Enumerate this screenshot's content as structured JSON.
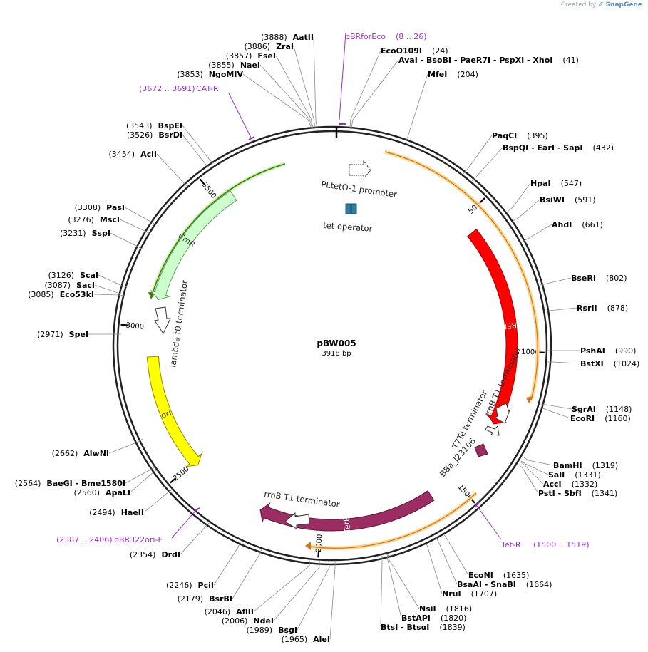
{
  "credit": {
    "prefix": "Created by",
    "brand": "SnapGene"
  },
  "plasmid": {
    "name": "pBW005",
    "size_label": "3918 bp",
    "length": 3918
  },
  "ticks": [
    {
      "pos": 500,
      "label": "500"
    },
    {
      "pos": 1000,
      "label": "1000"
    },
    {
      "pos": 1500,
      "label": "1500"
    },
    {
      "pos": 2000,
      "label": "2000"
    },
    {
      "pos": 2500,
      "label": "2500"
    },
    {
      "pos": 3000,
      "label": "3000"
    },
    {
      "pos": 3500,
      "label": "3500"
    }
  ],
  "features": [
    {
      "id": "mrfp1",
      "label": "mRFP1",
      "start": 556,
      "end": 1261,
      "color": "#ff0000",
      "stroke": "#b00000",
      "text_color": "#ffffff",
      "dir": "cw"
    },
    {
      "id": "tetr",
      "label": "TetR",
      "start": 1596,
      "end": 2216,
      "color": "#9b2d62",
      "stroke": "#5c1a3a",
      "text_color": "#ffffff",
      "dir": "cw"
    },
    {
      "id": "ori",
      "label": "ori",
      "start": 2485,
      "end": 2900,
      "color": "#ffff00",
      "stroke": "#8a8a00",
      "text_color": "#333333",
      "dir": "ccw"
    },
    {
      "id": "cmr",
      "label": "CmR",
      "start": 3100,
      "end": 3555,
      "color": "#ccffcc",
      "stroke": "#6a9a6a",
      "text_color": "#333333",
      "dir": "ccw"
    }
  ],
  "small_features": [
    {
      "id": "pltet",
      "label": "PLtetO-1 promoter"
    },
    {
      "id": "tetop",
      "label": "tet operator"
    },
    {
      "id": "rrnb1",
      "label": "rrnB T1 terminator"
    },
    {
      "id": "t7te",
      "label": "T7Te terminator"
    },
    {
      "id": "bba",
      "label": "BBa_J23106"
    },
    {
      "id": "rrnb2",
      "label": "rrnB T1 terminator"
    },
    {
      "id": "lambda",
      "label": "lambda t0 terminator"
    }
  ],
  "primers": [
    {
      "id": "pbrforeco",
      "name": "pBRforEco",
      "range": "(8 .. 26)"
    },
    {
      "id": "cat_r",
      "name": "CAT-R",
      "range": "(3672 .. 3691)"
    },
    {
      "id": "tet_r",
      "name": "Tet-R",
      "range": "(1500 .. 1519)"
    },
    {
      "id": "pbr322ori_f",
      "name": "pBR322ori-F",
      "range": "(2387 .. 2406)"
    }
  ],
  "sites": [
    {
      "id": "aatii",
      "enzymes": "AatII",
      "pos": "(3888)"
    },
    {
      "id": "zrai",
      "enzymes": "ZraI",
      "pos": "(3886)"
    },
    {
      "id": "fsei",
      "enzymes": "FseI",
      "pos": "(3857)"
    },
    {
      "id": "naei",
      "enzymes": "NaeI",
      "pos": "(3855)"
    },
    {
      "id": "ngomiv",
      "enzymes": "NgoMIV",
      "pos": "(3853)"
    },
    {
      "id": "ecoo109i",
      "enzymes": "EcoO109I",
      "pos": "(24)"
    },
    {
      "id": "avai",
      "enzymes": "AvaI  - BsoBI  - PaeR7I  - PspXI  - XhoI",
      "pos": "(41)"
    },
    {
      "id": "mfei",
      "enzymes": "MfeI",
      "pos": "(204)"
    },
    {
      "id": "paqci",
      "enzymes": "PaqCI",
      "pos": "(395)"
    },
    {
      "id": "bspqi",
      "enzymes": "BspQI  - EarI  - SapI",
      "pos": "(432)"
    },
    {
      "id": "hpai",
      "enzymes": "HpaI",
      "pos": "(547)"
    },
    {
      "id": "bsiwi",
      "enzymes": "BsiWI",
      "pos": "(591)"
    },
    {
      "id": "ahdi",
      "enzymes": "AhdI",
      "pos": "(661)"
    },
    {
      "id": "bseri",
      "enzymes": "BseRI",
      "pos": "(802)"
    },
    {
      "id": "rsrii",
      "enzymes": "RsrII",
      "pos": "(878)"
    },
    {
      "id": "pshai",
      "enzymes": "PshAI",
      "pos": "(990)"
    },
    {
      "id": "bstxi",
      "enzymes": "BstXI",
      "pos": "(1024)"
    },
    {
      "id": "sgrai",
      "enzymes": "SgrAI",
      "pos": "(1148)"
    },
    {
      "id": "ecori",
      "enzymes": "EcoRI",
      "pos": "(1160)"
    },
    {
      "id": "bamhi",
      "enzymes": "BamHI",
      "pos": "(1319)"
    },
    {
      "id": "sali",
      "enzymes": "SalI",
      "pos": "(1331)"
    },
    {
      "id": "acci",
      "enzymes": "AccI",
      "pos": "(1332)"
    },
    {
      "id": "psti",
      "enzymes": "PstI  - SbfI",
      "pos": "(1341)"
    },
    {
      "id": "econi",
      "enzymes": "EcoNI",
      "pos": "(1635)"
    },
    {
      "id": "bsaai",
      "enzymes": "BsaAI  - SnaBI",
      "pos": "(1664)"
    },
    {
      "id": "nrui",
      "enzymes": "NruI",
      "pos": "(1707)"
    },
    {
      "id": "nsii",
      "enzymes": "NsiI",
      "pos": "(1816)"
    },
    {
      "id": "bstapi",
      "enzymes": "BstAPI",
      "pos": "(1820)"
    },
    {
      "id": "btsi",
      "enzymes": "BtsI  - BtsαI",
      "pos": "(1839)"
    },
    {
      "id": "alei",
      "enzymes": "AleI",
      "pos": "(1965)"
    },
    {
      "id": "bsgi",
      "enzymes": "BsgI",
      "pos": "(1989)"
    },
    {
      "id": "ndei",
      "enzymes": "NdeI",
      "pos": "(2006)"
    },
    {
      "id": "aflii",
      "enzymes": "AflII",
      "pos": "(2046)"
    },
    {
      "id": "bsrbi",
      "enzymes": "BsrBI",
      "pos": "(2179)"
    },
    {
      "id": "pcii",
      "enzymes": "PciI",
      "pos": "(2246)"
    },
    {
      "id": "drdi",
      "enzymes": "DrdI",
      "pos": "(2354)"
    },
    {
      "id": "haeii",
      "enzymes": "HaeII",
      "pos": "(2494)"
    },
    {
      "id": "apali",
      "enzymes": "ApaLI",
      "pos": "(2560)"
    },
    {
      "id": "baegi",
      "enzymes": "BaeGI  - Bme1580I",
      "pos": "(2564)"
    },
    {
      "id": "alwni",
      "enzymes": "AlwNI",
      "pos": "(2662)"
    },
    {
      "id": "spei",
      "enzymes": "SpeI",
      "pos": "(2971)"
    },
    {
      "id": "eco53ki",
      "enzymes": "Eco53kI",
      "pos": "(3085)"
    },
    {
      "id": "saci",
      "enzymes": "SacI",
      "pos": "(3087)"
    },
    {
      "id": "scai",
      "enzymes": "ScaI",
      "pos": "(3126)"
    },
    {
      "id": "sspi",
      "enzymes": "SspI",
      "pos": "(3231)"
    },
    {
      "id": "msci",
      "enzymes": "MscI",
      "pos": "(3276)"
    },
    {
      "id": "pasi",
      "enzymes": "PasI",
      "pos": "(3308)"
    },
    {
      "id": "acli",
      "enzymes": "AclI",
      "pos": "(3454)"
    },
    {
      "id": "bsrdi",
      "enzymes": "BsrDI",
      "pos": "(3526)"
    },
    {
      "id": "bspei",
      "enzymes": "BspEI",
      "pos": "(3543)"
    }
  ]
}
